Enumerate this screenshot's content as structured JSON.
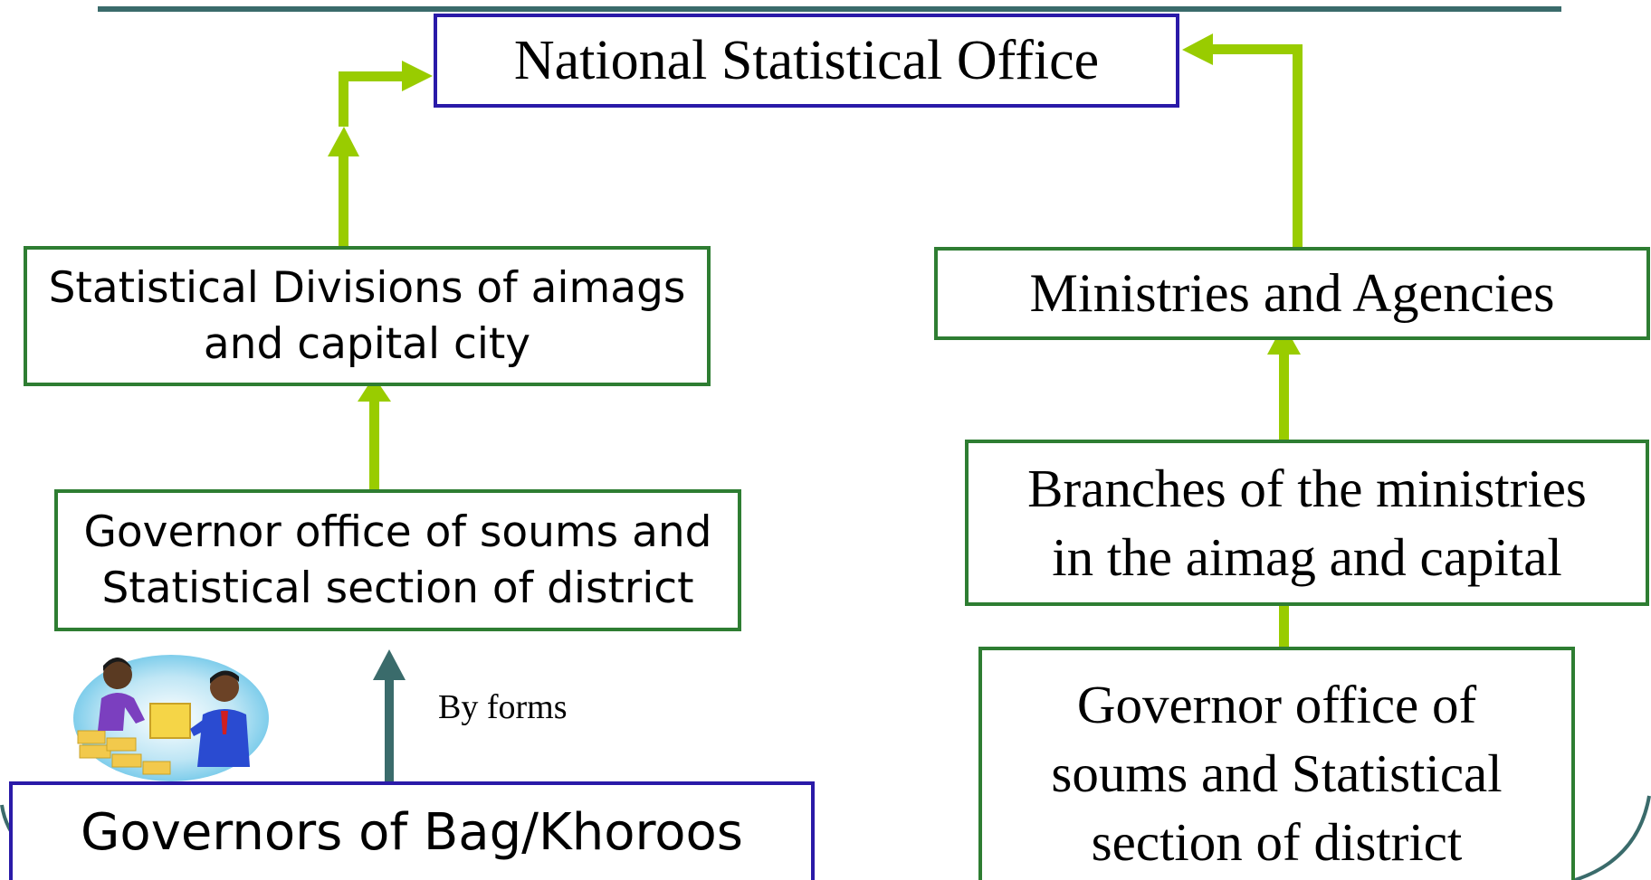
{
  "diagram": {
    "national_statistical_office": "National Statistical Office",
    "statistical_divisions": [
      "Statistical Divisions of aimags",
      "and capital city"
    ],
    "governor_office_left": [
      "Governor office of soums and",
      "Statistical section of district"
    ],
    "governors_bag": "Governors of Bag/Khoroos",
    "by_forms_label": "By forms",
    "ministries_agencies": "Ministries and Agencies",
    "branches_ministries": [
      "Branches of the ministries",
      "in the aimag and capital"
    ],
    "governor_office_right": [
      "Governor office of",
      "soums and Statistical",
      "section of district"
    ],
    "illustration_icon": "people-exchanging-box-icon"
  },
  "colors": {
    "flow_arrow": "#99cc00",
    "forms_arrow": "#3a6b6b",
    "green_border": "#2e7d32",
    "blue_border": "#2a1aa8",
    "frame_line": "#3a6b6b"
  }
}
